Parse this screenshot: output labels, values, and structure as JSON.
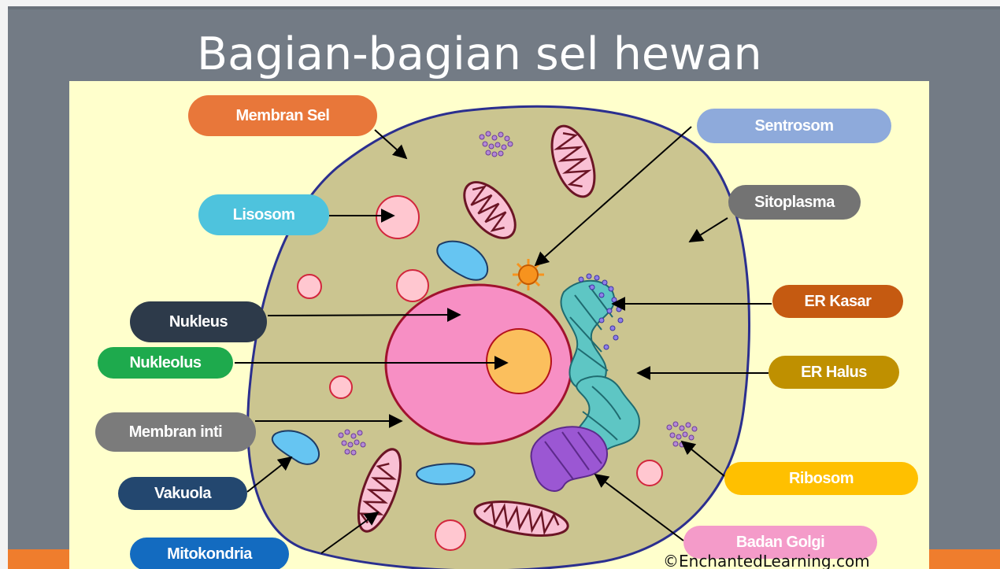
{
  "title": "Bagian-bagian sel hewan",
  "credit": "©EnchantedLearning.com",
  "labels": {
    "membran_sel": "Membran Sel",
    "lisosom": "Lisosom",
    "nukleus": "Nukleus",
    "nukleolus": "Nukleolus",
    "membran_inti": "Membran inti",
    "vakuola": "Vakuola",
    "mitokondria": "Mitokondria",
    "sentrosom": "Sentrosom",
    "sitoplasma": "Sitoplasma",
    "er_kasar": "ER Kasar",
    "er_halus": "ER Halus",
    "ribosom": "Ribosom",
    "badan_golgi": "Badan Golgi"
  },
  "colors": {
    "membran_sel": "#e8773a",
    "lisosom": "#4ec3dd",
    "nukleus": "#2d3a4a",
    "nukleolus": "#1eaa4d",
    "membran_inti": "#7b7b7b",
    "vakuola": "#23476f",
    "mitokondria": "#136bc0",
    "sentrosom": "#8eaadb",
    "sitoplasma": "#737373",
    "er_kasar": "#c55a11",
    "er_halus": "#bf9000",
    "ribosom": "#ffc000",
    "badan_golgi": "#f49bc9",
    "cytoplasm": "#cbc590",
    "cell_membrane": "#2b2f8f",
    "nucleus": "#f78fc4",
    "nucleolus": "#fbbf5d",
    "background_panel": "#ffffcc",
    "slide": "#737b85",
    "accent_strip": "#ef7d2d"
  }
}
